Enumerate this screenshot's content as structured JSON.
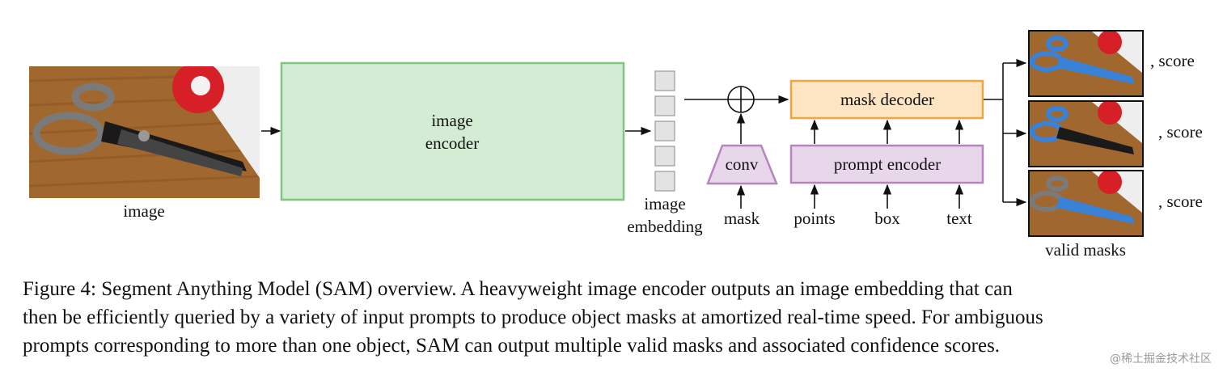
{
  "diagram": {
    "input_label": "image",
    "image_encoder_label": [
      "image",
      "encoder"
    ],
    "embedding_label": [
      "image",
      "embedding"
    ],
    "conv_label": "conv",
    "mask_label": "mask",
    "mask_decoder_label": "mask decoder",
    "prompt_encoder_label": "prompt encoder",
    "prompt_inputs": [
      "points",
      "box",
      "text"
    ],
    "score_label": ", score",
    "valid_masks_label": "valid masks",
    "colors": {
      "image_encoder_fill": "#d4ecd4",
      "image_encoder_stroke": "#7ec77e",
      "mask_decoder_fill": "#fde5c4",
      "mask_decoder_stroke": "#f2a53c",
      "prompt_fill": "#e8d6ea",
      "prompt_stroke": "#b784bf",
      "embedding_fill": "#e3e3e3",
      "mask_highlight": "#3a82d6"
    }
  },
  "caption": [
    "Figure 4: Segment Anything Model (SAM) overview. A heavyweight image encoder outputs an image embedding that can",
    "then be efficiently queried by a variety of input prompts to produce object masks at amortized real-time speed. For ambiguous",
    "prompts corresponding to more than one object, SAM can output multiple valid masks and associated confidence scores."
  ],
  "watermark": "@稀土掘金技术社区"
}
